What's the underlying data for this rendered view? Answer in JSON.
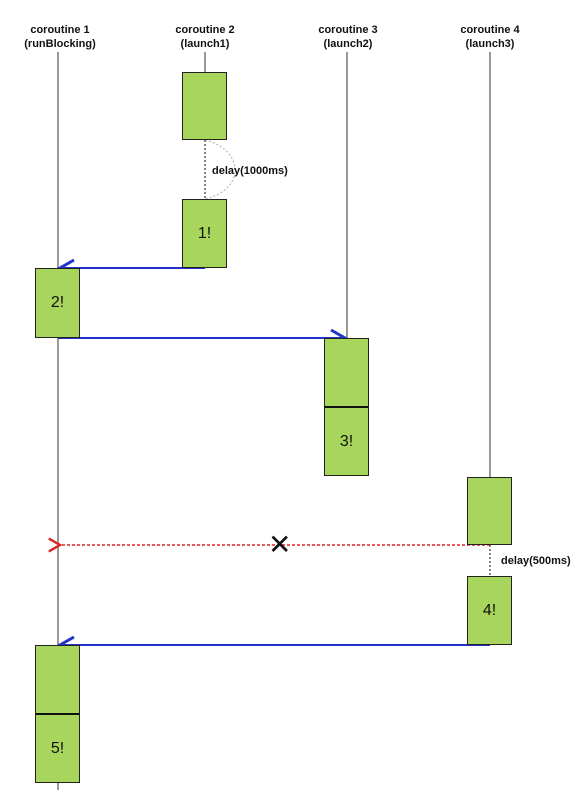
{
  "lanes": [
    {
      "title": "coroutine 1",
      "subtitle": "(runBlocking)"
    },
    {
      "title": "coroutine 2",
      "subtitle": "(launch1)"
    },
    {
      "title": "coroutine 3",
      "subtitle": "(launch2)"
    },
    {
      "title": "coroutine 4",
      "subtitle": "(launch3)"
    }
  ],
  "blocks": {
    "c2_first": "",
    "c2_second": "1!",
    "c1_first": "2!",
    "c3_top": "",
    "c3_bottom": "3!",
    "c4_first": "",
    "c4_second": "4!",
    "c1_top": "",
    "c1_bottom": "5!"
  },
  "delays": {
    "c2": "delay(1000ms)",
    "c4": "delay(500ms)"
  },
  "cancel_symbol": "✕",
  "colors": {
    "block_fill": "#a8d65c",
    "resume_arrow": "#2233cc",
    "cancel_arrow": "#dd2222",
    "lifeline": "#333333"
  }
}
